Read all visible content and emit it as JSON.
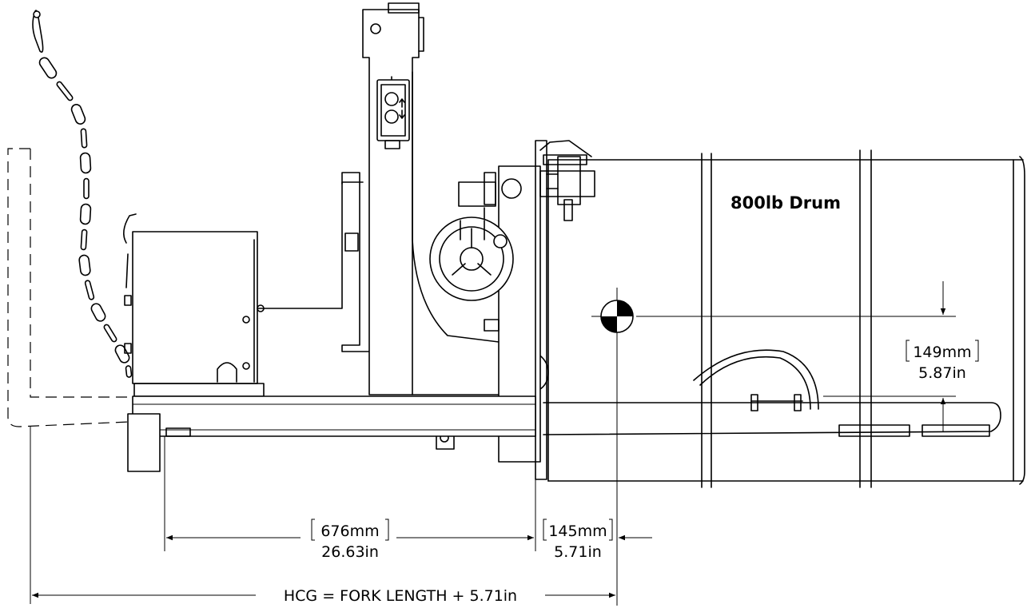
{
  "title": "800lb Drum",
  "dimensions": {
    "vertical_offset": {
      "metric": "149mm",
      "imperial": "5.87in"
    },
    "fork_to_face": {
      "metric": "676mm",
      "imperial": "26.63in"
    },
    "face_to_cg": {
      "metric": "145mm",
      "imperial": "5.71in"
    },
    "hcg_formula": "HCG = FORK LENGTH + 5.71in"
  }
}
